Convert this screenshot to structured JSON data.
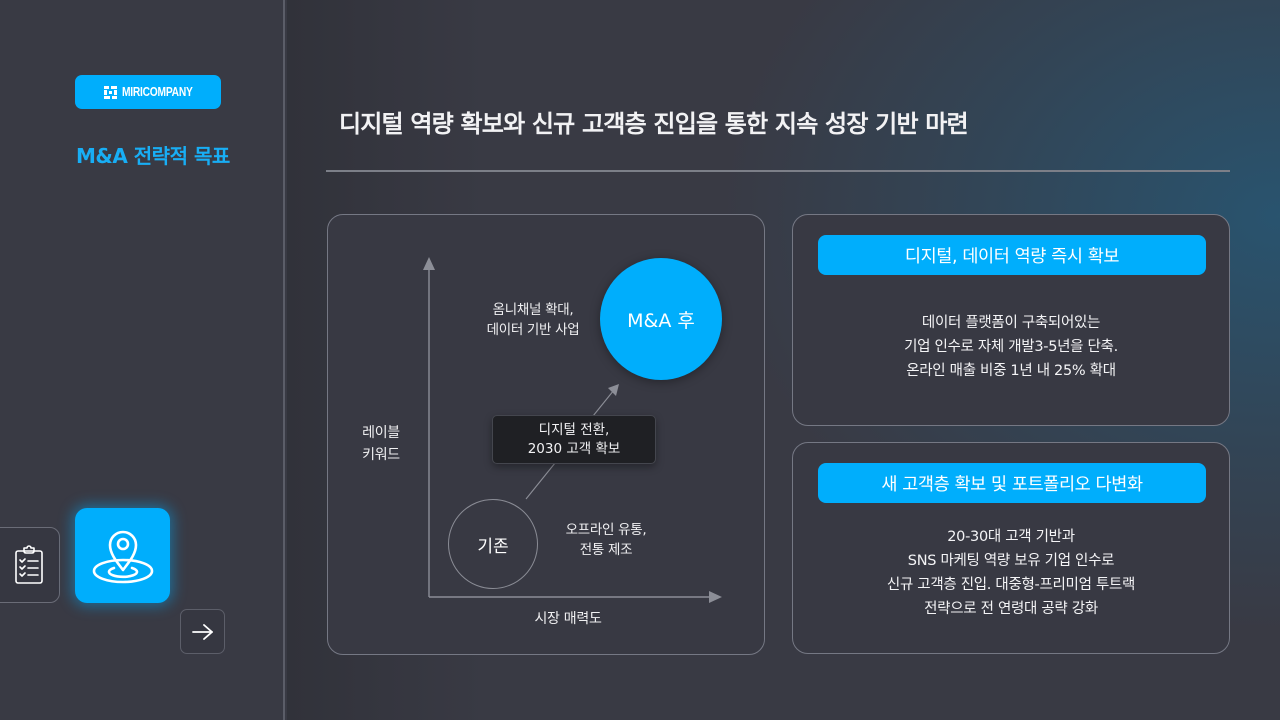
{
  "sidebar": {
    "logo": {
      "text": "MIRICOMPANY",
      "icon": "miricompany-logo-icon",
      "background": "#00aefc"
    },
    "section_title": "M&A 전략적 목표",
    "nav": {
      "prev_icon": "clipboard-checklist-icon",
      "current_icon": "location-pin-icon",
      "next_icon": "arrow-right-icon"
    }
  },
  "main": {
    "heading": "디지털 역량 확보와 신규 고객층 진입을 통한 지속 성장 기반 마련",
    "chart": {
      "y_axis_label": [
        "레이블",
        "키워드"
      ],
      "x_axis_label": "시장 매력도",
      "after": {
        "label": "M&A 후",
        "description": [
          "옴니채널 확대,",
          "데이터 기반 사업"
        ],
        "color": "#00aefc"
      },
      "before": {
        "label": "기존",
        "description": [
          "오프라인 유통,",
          "전통 제조"
        ]
      },
      "transition": [
        "디지털 전환,",
        "2030 고객 확보"
      ]
    },
    "cards": [
      {
        "title": "디지털, 데이터 역량 즉시 확보",
        "body": [
          "데이터 플랫폼이 구축되어있는",
          "기업 인수로 자체 개발3-5년을 단축.",
          "온라인 매출 비중 1년 내 25% 확대"
        ]
      },
      {
        "title": "새 고객층 확보 및 포트폴리오 다변화",
        "body": [
          "20-30대 고객 기반과",
          "SNS 마케팅 역량 보유 기업 인수로",
          "신규 고객층 진입. 대중형-프리미엄 투트랙",
          "전략으로 전 연령대 공략 강화"
        ]
      }
    ]
  },
  "colors": {
    "accent": "#00aefc",
    "title_accent": "#18aef5",
    "background": "#393a44"
  }
}
